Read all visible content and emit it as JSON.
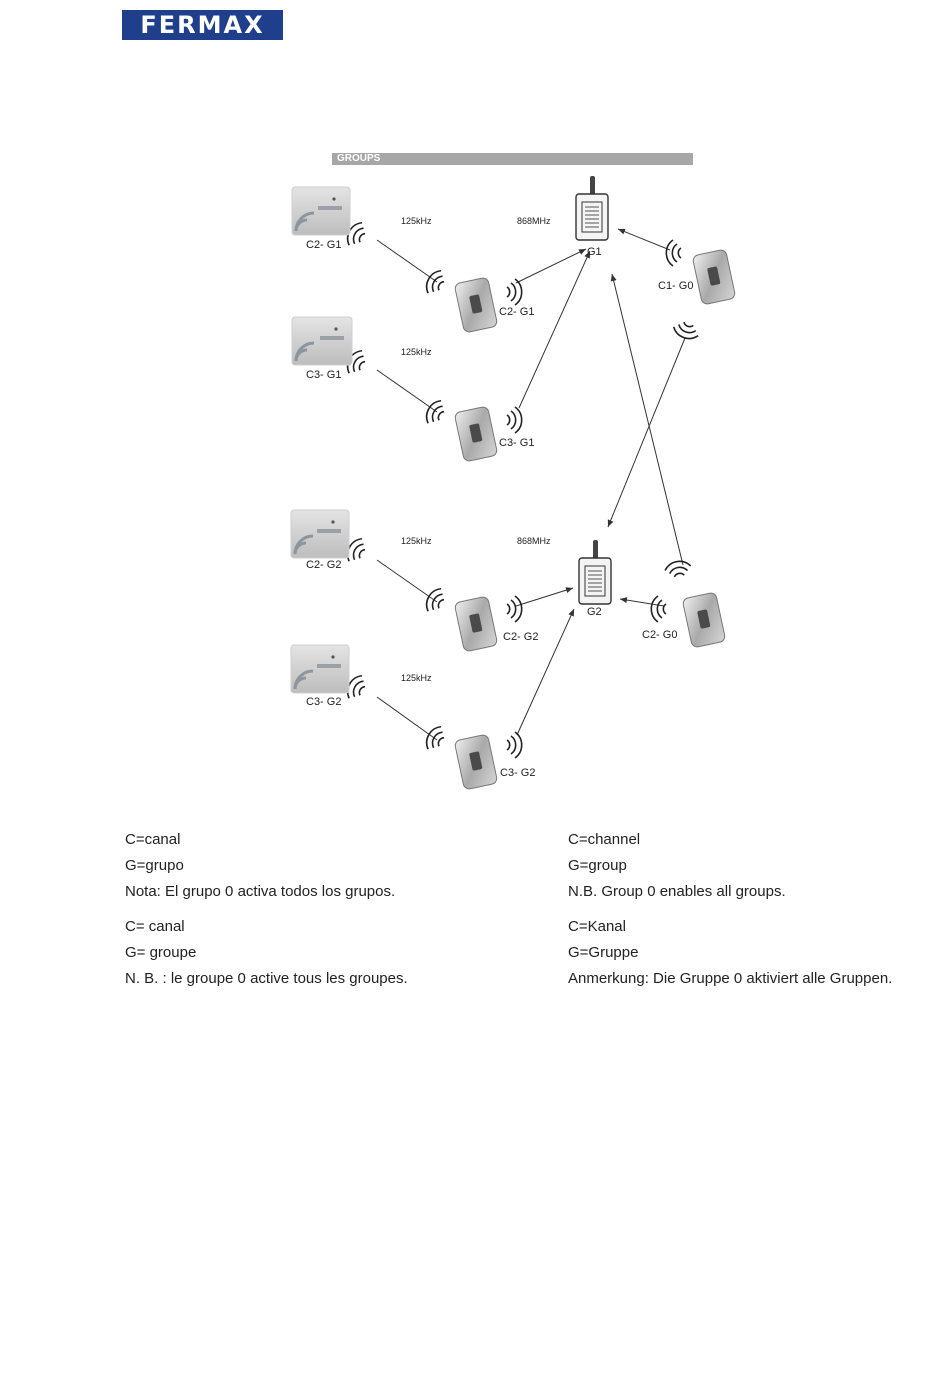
{
  "brand": {
    "logo_text": "FERMAX"
  },
  "diagram": {
    "section_title": "GROUPS",
    "freq_labels": [
      "125kHz",
      "868MHz",
      "125kHz",
      "125kHz",
      "868MHz",
      "125kHz"
    ],
    "readers": [
      "C2- G1",
      "C3- G1",
      "C2- G2",
      "C3- G2"
    ],
    "receivers": [
      "G1",
      "G2"
    ],
    "transmitters": [
      "C2- G1",
      "C3- G1",
      "C1- G0",
      "C2- G2",
      "C3- G2",
      "C2- G0"
    ]
  },
  "legend": {
    "spanish": [
      "C=canal",
      "G=grupo",
      "Nota: El grupo 0 activa todos los grupos."
    ],
    "english": [
      "C=channel",
      "G=group",
      "N.B. Group 0 enables all groups."
    ],
    "french": [
      "C= canal",
      "G= groupe",
      "N. B. : le groupe 0 active tous les groupes."
    ],
    "german": [
      "C=Kanal",
      "G=Gruppe",
      "Anmerkung: Die Gruppe 0 aktiviert alle Gruppen."
    ]
  }
}
